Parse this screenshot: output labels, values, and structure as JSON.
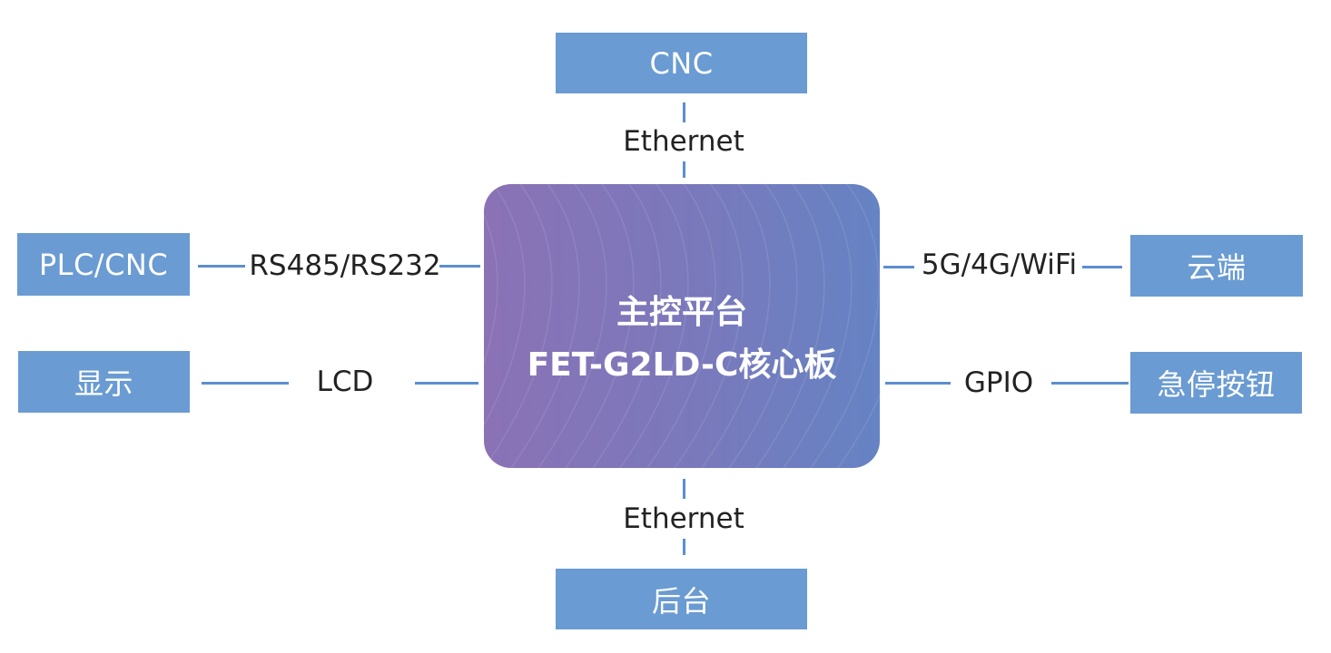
{
  "core": {
    "title_line1": "主控平台",
    "title_line2": "FET-G2LD-C核心板",
    "gradient": [
      "#8a72b5",
      "#6583c3"
    ]
  },
  "nodes": {
    "top": "CNC",
    "bottom": "后台",
    "left_top": "PLC/CNC",
    "left_bottom": "显示",
    "right_top": "云端",
    "right_bottom": "急停按钮"
  },
  "links": {
    "top": "Ethernet",
    "bottom": "Ethernet",
    "left_top": "RS485/RS232",
    "left_bottom": "LCD",
    "right_top": "5G/4G/WiFi",
    "right_bottom": "GPIO"
  },
  "colors": {
    "node_fill": "#6a9bd2",
    "line": "#5b8fcf",
    "text": "#222222"
  }
}
